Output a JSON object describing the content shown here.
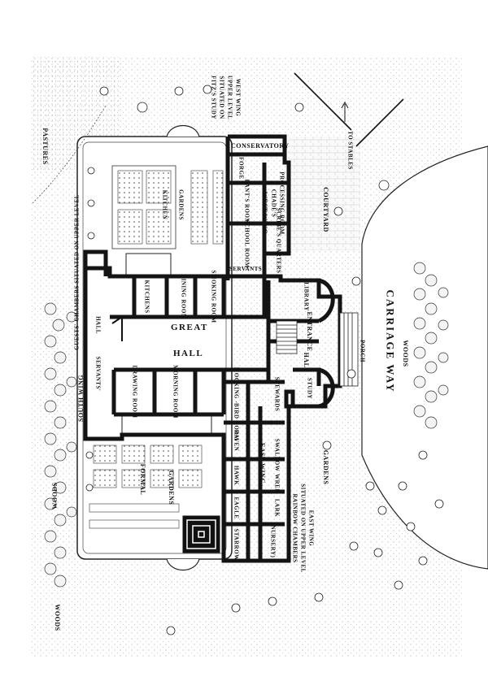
{
  "labels": {
    "pastures": "PASTURES",
    "guests_chambers": "GUESTS' CHAMBERS SITUATED ON UPPER LEVEL",
    "south_wing": "SOUTH WING",
    "woods_west": "WOODS",
    "fitzs_study": "FITZ'S STUDY",
    "fitzs_study_2": "SITUATED ON",
    "fitzs_study_3": "UPPER LEVEL",
    "fitzs_study_4": "WEST WING",
    "conservatory": "CONSERVATORY",
    "to_stables": "TO STABLES",
    "forge": "FORGE",
    "kitchen_gardens_1": "KITCHEN",
    "kitchen_gardens_2": "GARDENS",
    "lants_room": "LANT'S ROOM",
    "west_wing": "WEST WING",
    "chade": "CHADE'S",
    "processing_room": "PROCESSING ROOM",
    "courtyard": "COURTYARD",
    "school_room": "SCHOOL ROOM",
    "scribes_quarters": "SCRIBE'S QUARTERS",
    "servants_west": "SERVANTS",
    "library": "LIBRARY",
    "kitchens": "KITCHENS",
    "dining_room": "DINING ROOM",
    "smoking_room": "SMOKING ROOM",
    "hall": "HALL",
    "servants_hall": "SERVANTS'",
    "great": "GREAT",
    "great_hall": "HALL",
    "entrance": "ENTRANCE",
    "entrance_hall": "HALL",
    "porch": "PORCH",
    "carriage_way": "CARRIAGE WAY",
    "woods_east": "WOODS",
    "drawing_room": "DRAWING ROOM",
    "morning_room": "MORNING ROOM",
    "mocking_bird_room": "MOCKING -BIRD ROOM",
    "stewards": "STEWARDS",
    "study": "STUDY",
    "raven": "RAVEN",
    "swallow": "SWALLOW",
    "east_wing": "EAST WING",
    "hawk": "HAWK",
    "wren": "WREN",
    "formal_gardens_1": "FORMAL",
    "formal_gardens_2": "GARDENS",
    "eagle": "EAGLE",
    "lark": "LARK",
    "gardens_east": "GARDENS",
    "starrow": "STARROW",
    "nursery": "(NURSERY)",
    "rainbow_1": "RAINBOW CHAMBERS",
    "rainbow_2": "SITUATED ON UPPER LEVEL",
    "rainbow_3": "EAST WING",
    "woods_south": "WOODS"
  },
  "colors": {
    "ink": "#111111",
    "paper": "#ffffff",
    "wall": "#141414"
  }
}
